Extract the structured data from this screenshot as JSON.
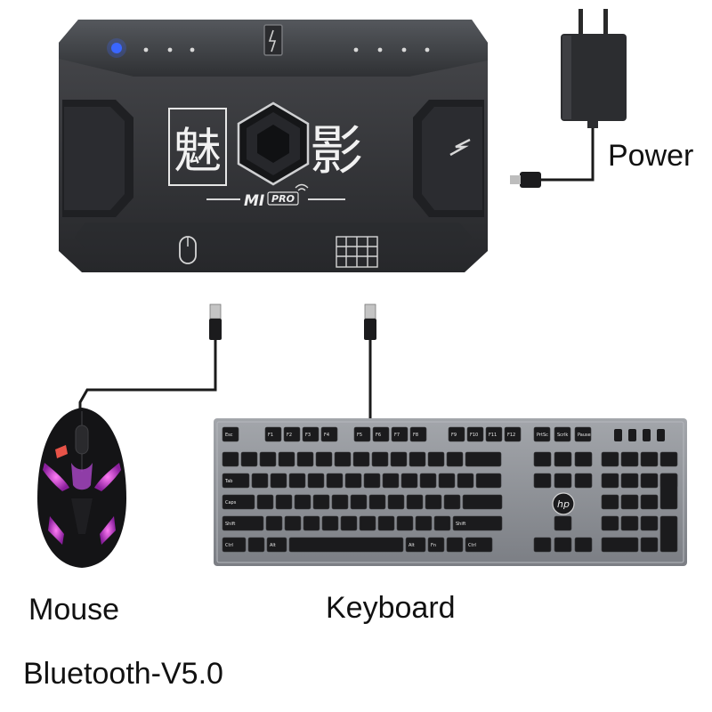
{
  "device": {
    "char_left": "魅",
    "char_right": "影",
    "brand": "MI",
    "model_badge": "PRO"
  },
  "keyboard": {
    "brand_logo": "hp",
    "fn_row": [
      "Esc",
      "F1",
      "F2",
      "F3",
      "F4",
      "F5",
      "F6",
      "F7",
      "F8",
      "F9",
      "F10",
      "F11",
      "F12",
      "PrtSc",
      "Scrlk",
      "Pause"
    ],
    "mod_keys": [
      "Tab",
      "Caps",
      "Shift",
      "Ctrl",
      "Alt",
      "Alt",
      "Fn",
      "Ctrl",
      "Shift"
    ]
  },
  "labels": {
    "power": "Power",
    "mouse": "Mouse",
    "keyboard": "Keyboard",
    "bluetooth": "Bluetooth-V5.0"
  },
  "colors": {
    "device_body": "#3b3d41",
    "mouse_glow": "#d44bd6",
    "keyboard_frame": "#8d9096"
  },
  "icons": [
    "power-adapter-icon",
    "lightning-icon",
    "mouse-icon",
    "keypad-icon",
    "wifi-icon"
  ]
}
